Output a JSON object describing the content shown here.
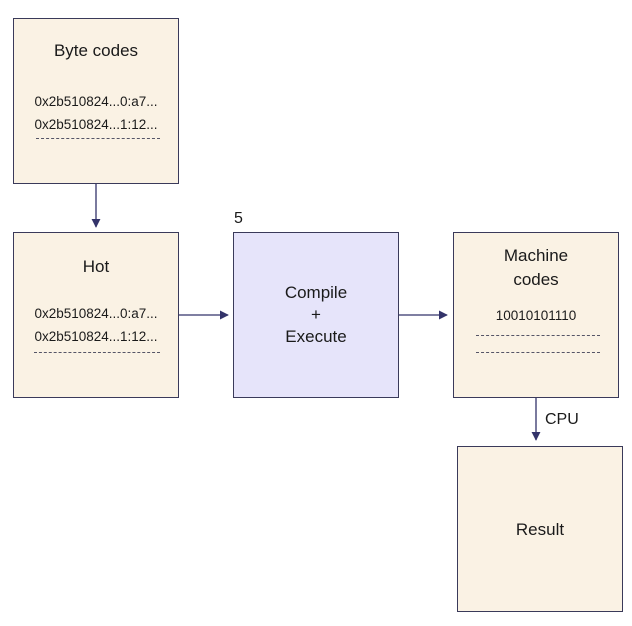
{
  "nodes": {
    "byte_codes": {
      "title": "Byte codes",
      "lines": [
        "0x2b510824...0:a7...",
        "0x2b510824...1:12..."
      ]
    },
    "hot": {
      "title": "Hot",
      "lines": [
        "0x2b510824...0:a7...",
        "0x2b510824...1:12..."
      ]
    },
    "compile": {
      "line1": "Compile",
      "line2": "+",
      "line3": "Execute"
    },
    "machine_codes": {
      "title_line1": "Machine",
      "title_line2": "codes",
      "value": "10010101110"
    },
    "result": {
      "title": "Result"
    }
  },
  "labels": {
    "count": "5",
    "cpu": "CPU"
  },
  "colors": {
    "box_fill": "#faf2e4",
    "compile_fill": "#e6e4fa",
    "stroke": "#3a3a5a",
    "arrow": "#33336a"
  }
}
